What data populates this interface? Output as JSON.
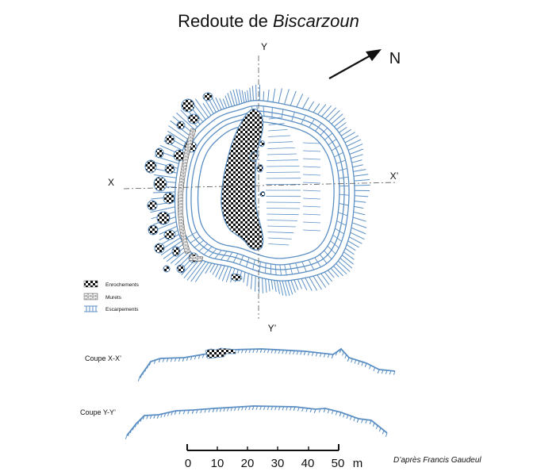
{
  "title": {
    "main": "Redoute de ",
    "italic": "Biscarzoun"
  },
  "north_label": "N",
  "axis_labels": {
    "y_top": "Y",
    "y_bottom": "Y’",
    "x_left": "X",
    "x_right": "X’"
  },
  "legend": [
    {
      "key": "enrochements",
      "label": "Enrochements"
    },
    {
      "key": "murets",
      "label": "Murets"
    },
    {
      "key": "escarpements",
      "label": "Escarpements"
    }
  ],
  "sections": [
    {
      "key": "xx",
      "label": "Coupe X-X’"
    },
    {
      "key": "yy",
      "label": "Coupe Y-Y’"
    }
  ],
  "scale": {
    "ticks": [
      "0",
      "10",
      "20",
      "30",
      "40",
      "50"
    ],
    "unit": "m"
  },
  "credit": "D’après Francis Gaudeul",
  "colors": {
    "scarp": "#5b8fc4",
    "ink": "#111111"
  }
}
